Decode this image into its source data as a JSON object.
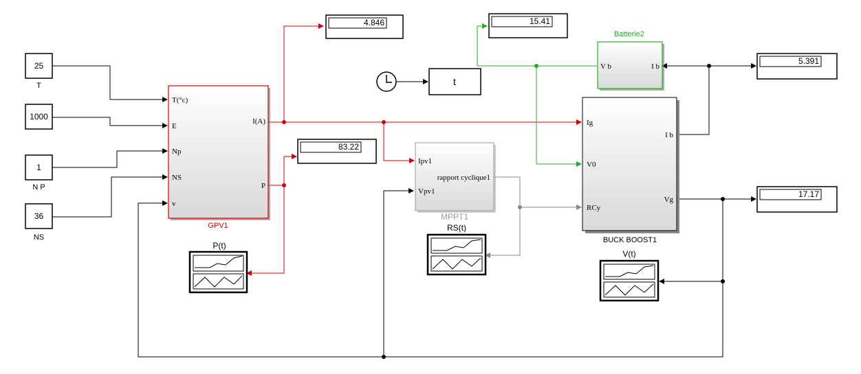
{
  "constants": {
    "t": "25",
    "t_label": "T",
    "e": "1000",
    "np": "1",
    "np_label": "N P",
    "ns": "36",
    "ns_label": "NS"
  },
  "gpv": {
    "name": "GPV1",
    "ports": {
      "temp": "T(°c)",
      "e": "E",
      "np": "Np",
      "ns": "NS",
      "v": "v",
      "i": "I(A)",
      "p": "P"
    }
  },
  "displays": {
    "current": "4.846",
    "power": "83.22",
    "battery": "15.41",
    "ib": "5.391",
    "vg": "17.17"
  },
  "clock_target": "t",
  "battery_block": {
    "name": "Batterie2",
    "in": "V b",
    "out": "I b"
  },
  "mppt": {
    "name": "MPPT1",
    "ipv": "Ipv1",
    "vpv": "Vpv1",
    "out": "rapport cyclique1"
  },
  "buck": {
    "name": "BUCK BOOST1",
    "ig": "Ig",
    "v0": "V0",
    "rcy": "RCy",
    "ib": "I b",
    "vg": "Vg"
  },
  "scopes": {
    "p": "P(t)",
    "rs": "RS(t)",
    "v": "V(t)"
  },
  "colors": {
    "red": "#d40000",
    "green": "#20b020",
    "gray": "#888888",
    "black": "#000000"
  }
}
